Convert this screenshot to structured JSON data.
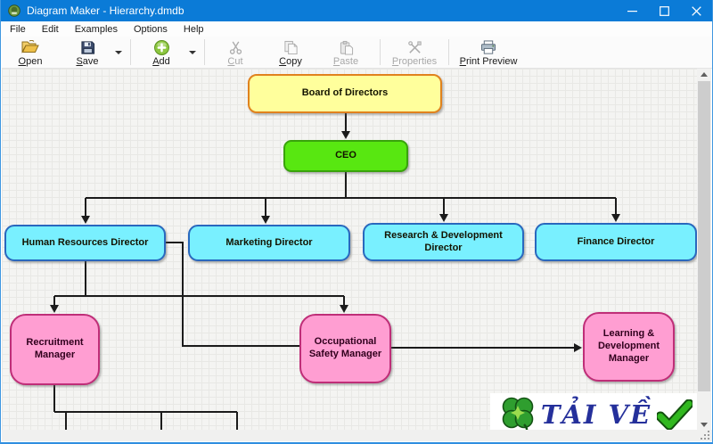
{
  "window": {
    "title": "Diagram Maker - Hierarchy.dmdb",
    "controls": {
      "minimize": "—",
      "maximize": "▢",
      "close": "✕"
    }
  },
  "menu": {
    "items": [
      {
        "label": "File"
      },
      {
        "label": "Edit"
      },
      {
        "label": "Examples"
      },
      {
        "label": "Options"
      },
      {
        "label": "Help"
      }
    ]
  },
  "toolbar": {
    "buttons": [
      {
        "label": "Open",
        "icon": "open-folder-icon",
        "enabled": true,
        "has_dropdown": false
      },
      {
        "label": "Save",
        "icon": "floppy-disk-icon",
        "enabled": true,
        "has_dropdown": true
      },
      {
        "label": "Add",
        "icon": "green-plus-icon",
        "enabled": true,
        "has_dropdown": true
      },
      {
        "label": "Cut",
        "icon": "scissors-icon",
        "enabled": false,
        "has_dropdown": false
      },
      {
        "label": "Copy",
        "icon": "copy-pages-icon",
        "enabled": false,
        "has_dropdown": false
      },
      {
        "label": "Paste",
        "icon": "clipboard-icon",
        "enabled": false,
        "has_dropdown": false
      },
      {
        "label": "Properties",
        "icon": "tools-icon",
        "enabled": false,
        "has_dropdown": false
      },
      {
        "label": "Print Preview",
        "icon": "printer-icon",
        "enabled": true,
        "has_dropdown": false
      }
    ]
  },
  "diagram": {
    "type": "organizational-hierarchy",
    "nodes": [
      {
        "id": "board",
        "label": "Board of Directors",
        "fill": "#FFFF9C",
        "border": "#E0821E"
      },
      {
        "id": "ceo",
        "label": "CEO",
        "fill": "#58E711",
        "border": "#39A30C"
      },
      {
        "id": "hr",
        "label": "Human Resources Director",
        "fill": "#79F0FF",
        "border": "#2968BE"
      },
      {
        "id": "marketing",
        "label": "Marketing Director",
        "fill": "#79F0FF",
        "border": "#2968BE"
      },
      {
        "id": "rnd",
        "label": "Research & Development Director",
        "fill": "#79F0FF",
        "border": "#2968BE"
      },
      {
        "id": "finance",
        "label": "Finance Director",
        "fill": "#79F0FF",
        "border": "#2968BE"
      },
      {
        "id": "recruitment",
        "label": "Recruitment Manager",
        "fill": "#FF9ED2",
        "border": "#BF2E78"
      },
      {
        "id": "osm",
        "label": "Occupational Safety Manager",
        "fill": "#FF9ED2",
        "border": "#BF2E78"
      },
      {
        "id": "ldm",
        "label": "Learning & Development Manager",
        "fill": "#FF9ED2",
        "border": "#BF2E78"
      }
    ],
    "edges": [
      {
        "from": "Board of Directors",
        "to": "CEO"
      },
      {
        "from": "CEO",
        "to": "Human Resources Director"
      },
      {
        "from": "CEO",
        "to": "Marketing Director"
      },
      {
        "from": "CEO",
        "to": "Research & Development Director"
      },
      {
        "from": "CEO",
        "to": "Finance Director"
      },
      {
        "from": "Human Resources Director",
        "to": "Recruitment Manager"
      },
      {
        "from": "Human Resources Director",
        "to": "Occupational Safety Manager"
      },
      {
        "from": "Occupational Safety Manager",
        "to": "Learning & Development Manager"
      },
      {
        "from": "Recruitment Manager",
        "to": "offscreen nodes (clipped at canvas bottom)"
      }
    ],
    "connector_color": "#1b1b1b"
  },
  "watermark": {
    "text": "TẢI VỀ",
    "text_color": "#25309b",
    "icons": [
      "four-leaf-clover-icon",
      "green-checkmark-icon"
    ]
  },
  "colors": {
    "titlebar": "#0b7bd7",
    "canvas_background": "#f4f4f2",
    "canvas_grid_line": "#e8e8e5",
    "window_border": "#2f8ee0"
  }
}
